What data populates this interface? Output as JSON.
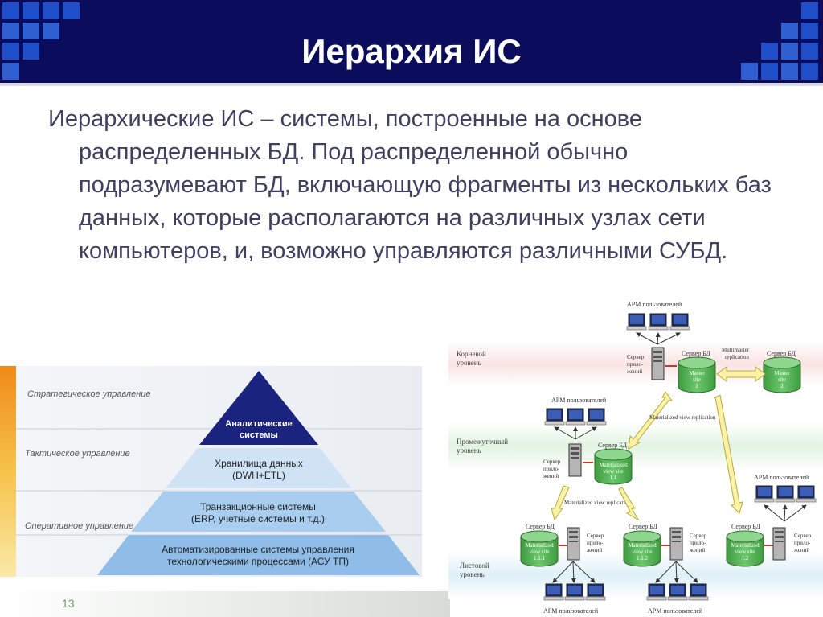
{
  "slide": {
    "title": "Иерархия ИС",
    "body_first": "Иерархические ИС – системы, построенные на основе распределенных БД.",
    "body_rest": " Под распределенной обычно подразумевают БД, включающую фрагменты из нескольких баз данных, которые располагаются на различных узлах сети компьютеров, и, возможно управляются различными СУБД.",
    "page_number": "13"
  },
  "pyramid": {
    "levels": [
      "Стратегическое управление",
      "Тактическое управление",
      "Оперативное управление"
    ],
    "tier1": [
      "Аналитические",
      "системы"
    ],
    "tier2": [
      "Хранилища данных",
      "(DWH+ETL)"
    ],
    "tier3": [
      "Транзакционные системы",
      "(ERP, учетные системы и т.д.)"
    ],
    "tier4": [
      "Автоматизированные системы управления",
      "технологическими процессами (АСУ ТП)"
    ]
  },
  "network": {
    "levels": {
      "root": [
        "Корневой",
        "уровень"
      ],
      "mid": [
        "Промежуточный",
        "уровень"
      ],
      "leaf": [
        "Листовой",
        "уровень"
      ]
    },
    "arm_label": "АРМ пользователей",
    "db_label": "Сервер БД",
    "app_label": [
      "Сервер",
      "прило-",
      "жений"
    ],
    "master1": [
      "Master",
      "site",
      "1"
    ],
    "master2": [
      "Master",
      "site",
      "2"
    ],
    "mv11": [
      "Materialized",
      "view site",
      "1.1"
    ],
    "mv111": [
      "Materialized",
      "view site",
      "1.1.1"
    ],
    "mv112": [
      "Materialized",
      "view site",
      "1.1.2"
    ],
    "mv12": [
      "Materialized",
      "view site",
      "1.2"
    ],
    "multimaster": [
      "Multimaster",
      "replication"
    ],
    "mvrep": "Materialized view replication"
  },
  "colors": {
    "header_bg": "#0b0d5c",
    "accent_squares": "#1f4fc8",
    "pyramid_top": "#1a237e",
    "pyramid_light": "#cfe3f5",
    "db_green": "#4caf50"
  }
}
